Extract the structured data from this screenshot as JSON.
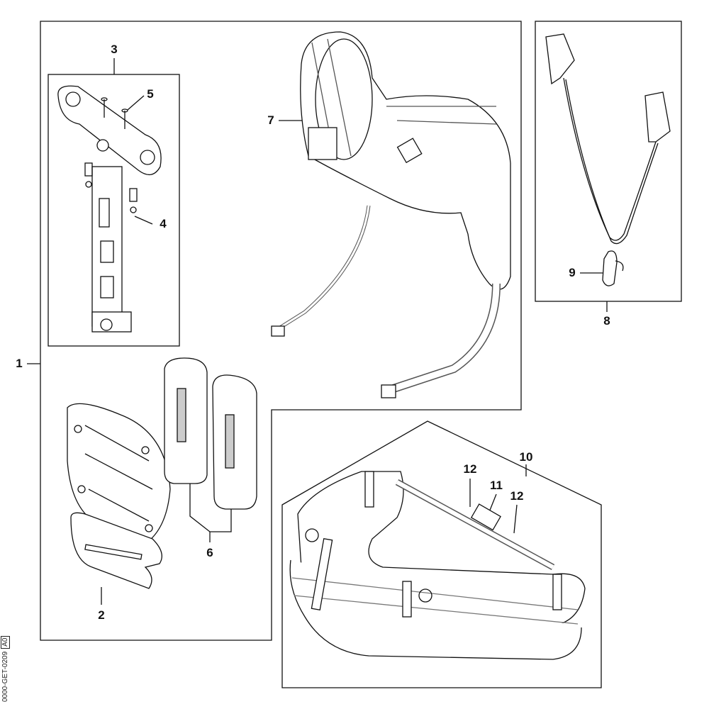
{
  "diagram": {
    "callouts": [
      "1",
      "2",
      "3",
      "4",
      "5",
      "6",
      "7",
      "8",
      "9",
      "10",
      "11",
      "12",
      "12"
    ],
    "drawing_code": "0000-GET-0209",
    "revision": "A0"
  },
  "colors": {
    "line": "#111111",
    "fill": "#ffffff",
    "shade": "#d9d9d9"
  }
}
